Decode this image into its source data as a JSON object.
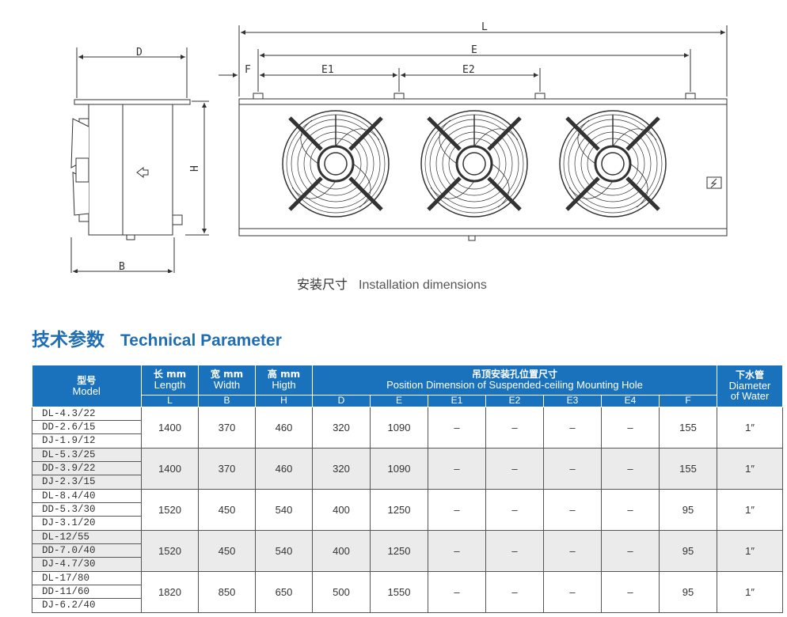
{
  "drawing": {
    "dim_labels": {
      "L": "L",
      "E": "E",
      "E1": "E1",
      "E2": "E2",
      "F": "F",
      "D": "D",
      "B": "B",
      "H": "H"
    },
    "caption_cn": "安装尺寸",
    "caption_en": "Installation dimensions"
  },
  "section": {
    "title_cn": "技术参数",
    "title_en": "Technical Parameter"
  },
  "table": {
    "headers": {
      "model_cn": "型号",
      "model_en": "Model",
      "length_cn": "长 mm",
      "length_en": "Length",
      "width_cn": "宽 mm",
      "width_en": "Width",
      "height_cn": "高 mm",
      "height_en": "Higth",
      "position_cn": "吊顶安装孔位置尺寸",
      "position_en": "Position Dimension of Suspended-ceiling Mounting Hole",
      "water_cn": "下水管",
      "water_en1": "Diameter",
      "water_en2": "of Water",
      "codes": [
        "L",
        "B",
        "H",
        "D",
        "E",
        "E1",
        "E2",
        "E3",
        "E4",
        "F"
      ]
    },
    "rows": [
      {
        "models": [
          "DL-4.3/22",
          "DD-2.6/15",
          "DJ-1.9/12"
        ],
        "L": "1400",
        "B": "370",
        "H": "460",
        "D": "320",
        "E": "1090",
        "E1": "–",
        "E2": "–",
        "E3": "–",
        "E4": "–",
        "F": "155",
        "W": "1″"
      },
      {
        "models": [
          "DL-5.3/25",
          "DD-3.9/22",
          "DJ-2.3/15"
        ],
        "L": "1400",
        "B": "370",
        "H": "460",
        "D": "320",
        "E": "1090",
        "E1": "–",
        "E2": "–",
        "E3": "–",
        "E4": "–",
        "F": "155",
        "W": "1″"
      },
      {
        "models": [
          "DL-8.4/40",
          "DD-5.3/30",
          "DJ-3.1/20"
        ],
        "L": "1520",
        "B": "450",
        "H": "540",
        "D": "400",
        "E": "1250",
        "E1": "–",
        "E2": "–",
        "E3": "–",
        "E4": "–",
        "F": "95",
        "W": "1″"
      },
      {
        "models": [
          "DL-12/55",
          "DD-7.0/40",
          "DJ-4.7/30"
        ],
        "L": "1520",
        "B": "450",
        "H": "540",
        "D": "400",
        "E": "1250",
        "E1": "–",
        "E2": "–",
        "E3": "–",
        "E4": "–",
        "F": "95",
        "W": "1″"
      },
      {
        "models": [
          "DL-17/80",
          "DD-11/60",
          "DJ-6.2/40"
        ],
        "L": "1820",
        "B": "850",
        "H": "650",
        "D": "500",
        "E": "1550",
        "E1": "–",
        "E2": "–",
        "E3": "–",
        "E4": "–",
        "F": "95",
        "W": "1″"
      }
    ]
  }
}
